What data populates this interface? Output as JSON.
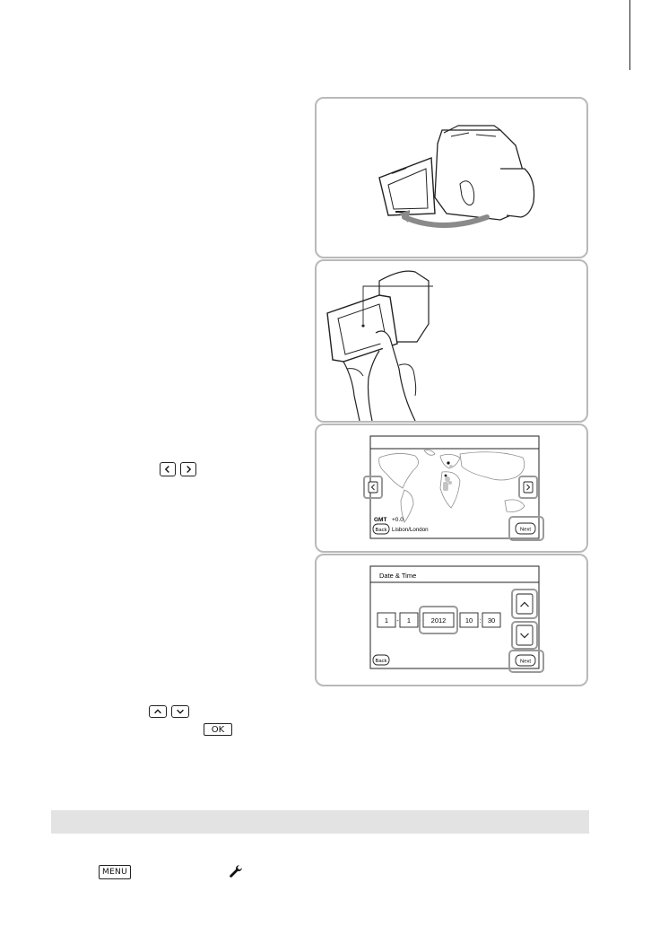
{
  "icons": {
    "left_arrow": "chevron-left-icon",
    "right_arrow": "chevron-right-icon",
    "up_arrow": "chevron-up-icon",
    "down_arrow": "chevron-down-icon",
    "ok_label": "OK",
    "menu_label": "MENU",
    "wrench": "wrench-icon"
  },
  "area_screen": {
    "gmt": "GMT",
    "offset": "+0.0",
    "back": "Back",
    "city": "Lisbon/London",
    "next": "Next"
  },
  "datetime_screen": {
    "title": "Date & Time",
    "month": "1",
    "day": "1",
    "year": "2012",
    "hour": "10",
    "minute": "30",
    "back": "Back",
    "next": "Next"
  },
  "colors": {
    "panel_border": "#b9b9b9",
    "highlight_border": "#9a9a9a",
    "section_bar": "#e3e3e3"
  }
}
